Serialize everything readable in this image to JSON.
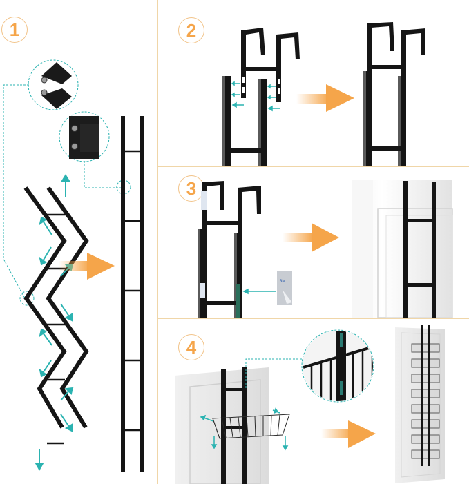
{
  "title": "Over-the-door organizer rack installation steps",
  "colors": {
    "accent_orange": "#f5a54a",
    "badge_border": "#f2c48a",
    "divider": "#f0d6a8",
    "guide_teal": "#2bb3b1",
    "metal_black": "#151515",
    "door_white": "#eceded"
  },
  "steps": [
    {
      "number": "1",
      "description": "Unfold the zig-zag folding ladder frame into a straight frame",
      "icons": [
        "hinge-detail-magnifier",
        "joint-detail-magnifier",
        "unfold-arrows",
        "arrow-right"
      ]
    },
    {
      "number": "2",
      "description": "Insert the double hooks into the top of the frame",
      "icons": [
        "insert-arrows",
        "arrow-right"
      ]
    },
    {
      "number": "3",
      "description": "Attach adhesive pads and hang frame over the door",
      "icons": [
        "adhesive-pad",
        "arrow-right"
      ]
    },
    {
      "number": "4",
      "description": "Hang wire baskets on the frame",
      "icons": [
        "basket-hook-magnifier",
        "arrow-right"
      ],
      "basket_count": 8
    }
  ]
}
